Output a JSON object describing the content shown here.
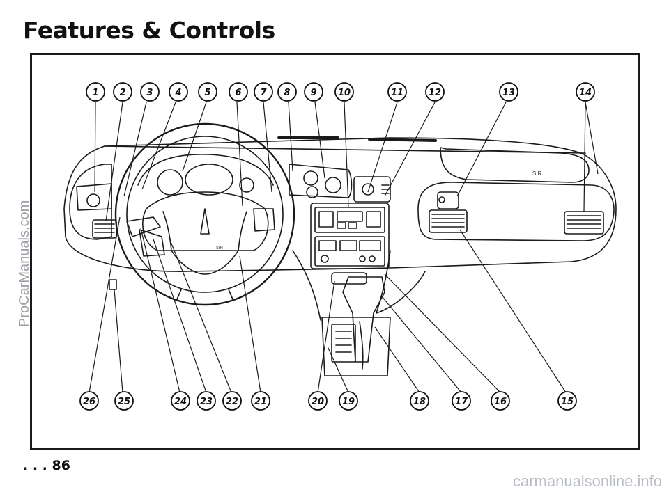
{
  "page": {
    "title": "Features & Controls",
    "page_number": ". . . 86",
    "watermark_side": "ProCarManuals.com",
    "watermark_bottom": "carmanualsonline.info"
  },
  "diagram": {
    "callouts_top": [
      "1",
      "2",
      "3",
      "4",
      "5",
      "6",
      "7",
      "8",
      "9",
      "10",
      "11",
      "12",
      "13",
      "14"
    ],
    "callouts_bottom": [
      "26",
      "25",
      "24",
      "23",
      "22",
      "21",
      "20",
      "19",
      "18",
      "17",
      "16",
      "15"
    ],
    "airbag_label": "SIR",
    "wheel_label": "SIR"
  }
}
